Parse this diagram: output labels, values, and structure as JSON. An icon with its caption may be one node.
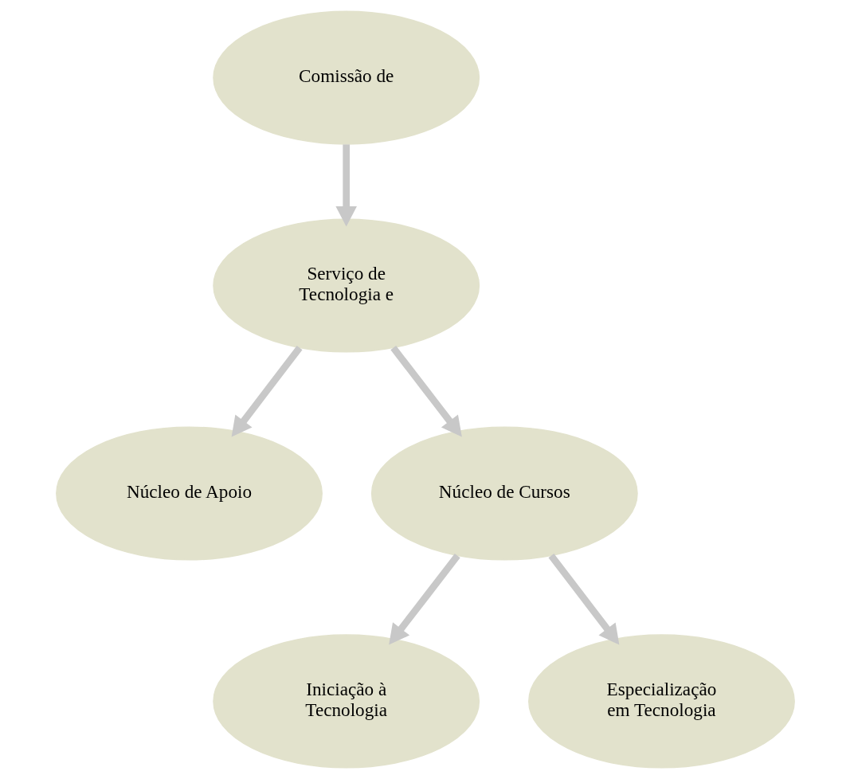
{
  "diagram": {
    "nodes": [
      {
        "text": [
          "Comissão de"
        ]
      },
      {
        "text": [
          "Serviço de Tecnologia e"
        ]
      },
      {
        "text": [
          "Núcleo de Apoio"
        ]
      },
      {
        "text": [
          "Núcleo de Cursos"
        ]
      },
      {
        "text": [
          "Iniciação à Tecnologia"
        ]
      },
      {
        "text": [
          "Especialização em Tecnologia"
        ]
      }
    ],
    "edges": [
      {
        "from": 0,
        "to": 1,
        "arrow": "to"
      },
      {
        "from": 1,
        "to": 2,
        "arrow": "to"
      },
      {
        "from": 1,
        "to": 3,
        "arrow": "to"
      },
      {
        "from": 3,
        "to": 4,
        "arrow": "to"
      },
      {
        "from": 3,
        "to": 5,
        "arrow": "to"
      }
    ]
  }
}
